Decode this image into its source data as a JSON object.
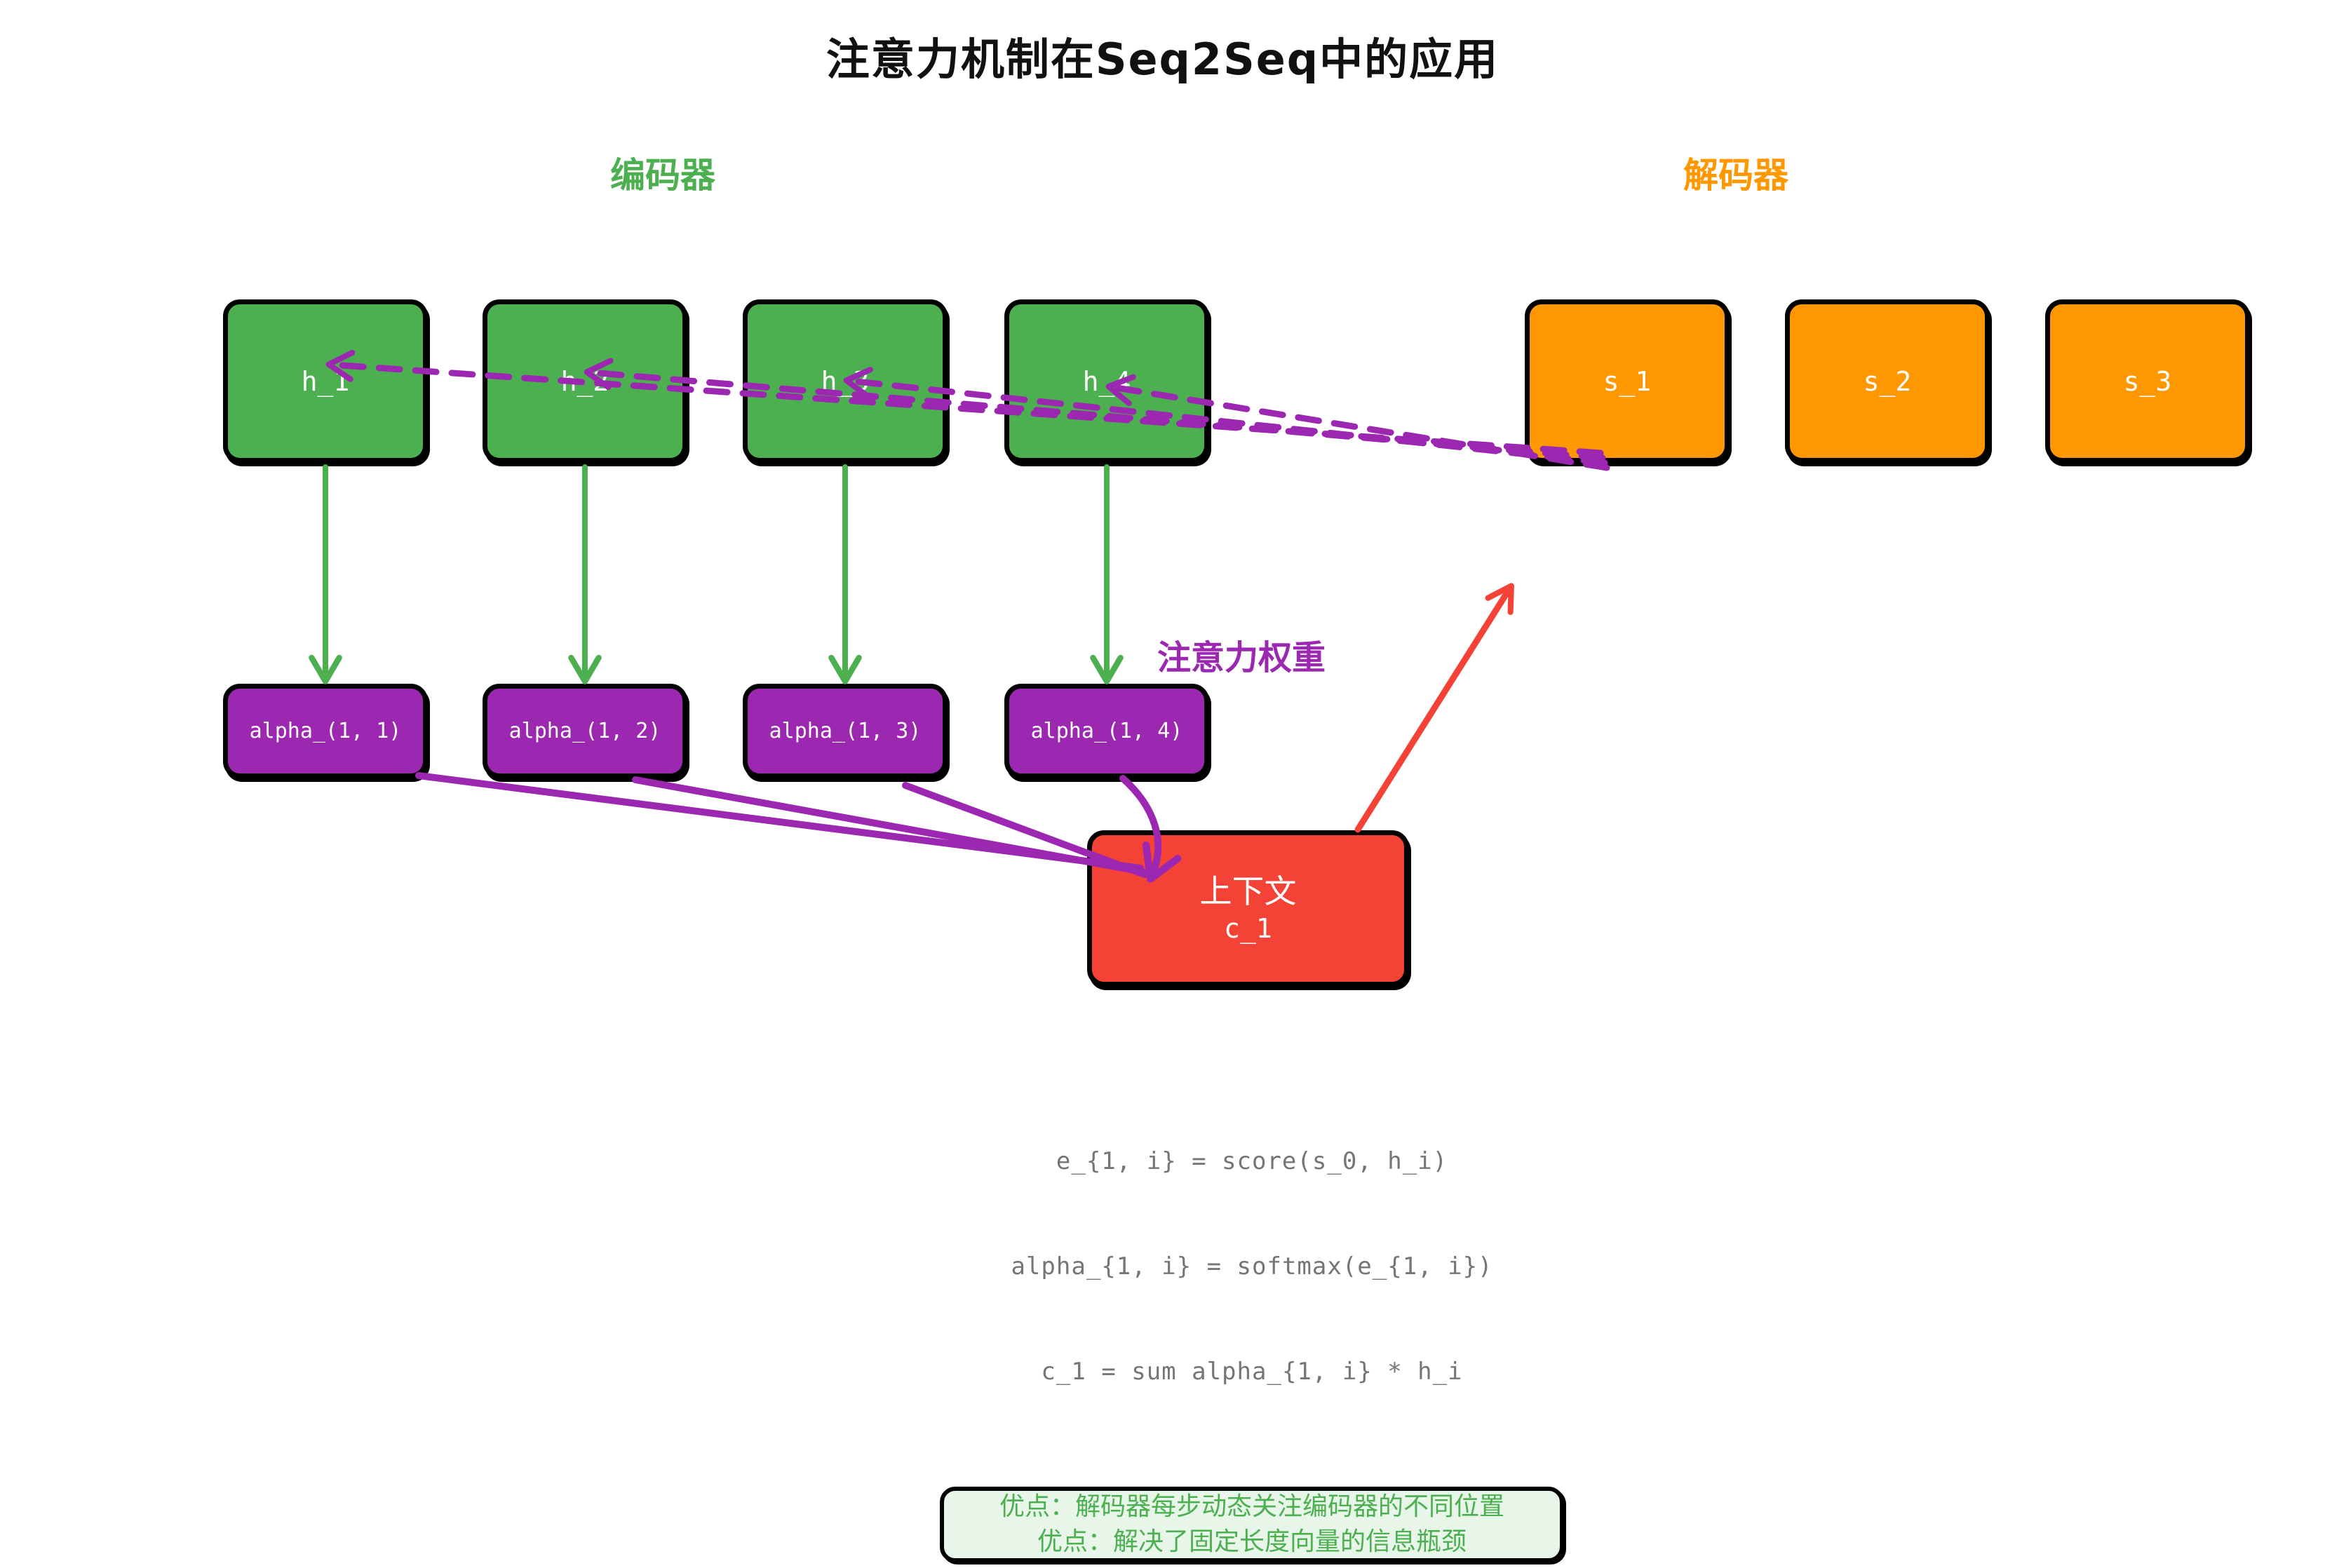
{
  "title": "注意力机制在Seq2Seq中的应用",
  "labels": {
    "encoder": "编码器",
    "decoder": "解码器",
    "attention_weights": "注意力权重"
  },
  "encoder_boxes": [
    {
      "label": "h_1"
    },
    {
      "label": "h_2"
    },
    {
      "label": "h_3"
    },
    {
      "label": "h_4"
    }
  ],
  "decoder_boxes": [
    {
      "label": "s_1"
    },
    {
      "label": "s_2"
    },
    {
      "label": "s_3"
    }
  ],
  "attention_boxes": [
    {
      "label": "alpha_(1, 1)"
    },
    {
      "label": "alpha_(1, 2)"
    },
    {
      "label": "alpha_(1, 3)"
    },
    {
      "label": "alpha_(1, 4)"
    }
  ],
  "context_box": {
    "title": "上下文",
    "name": "c_1"
  },
  "formulas": [
    "e_{1, i} = score(s_0, h_i)",
    "alpha_{1, i} = softmax(e_{1, i})",
    "c_1 = sum alpha_{1, i} * h_i"
  ],
  "advantages": [
    "优点：解码器每步动态关注编码器的不同位置",
    "优点：解决了固定长度向量的信息瓶颈"
  ],
  "colors": {
    "title_text": "#111111",
    "encoder_green": "#4caf50",
    "decoder_orange": "#ff9800",
    "attention_purple": "#9c27b0",
    "context_red": "#f44336",
    "formula_gray": "#757575",
    "advantages_bg": "#e8f5e9",
    "box_border": "#000000",
    "box_text": "#ffffff"
  }
}
